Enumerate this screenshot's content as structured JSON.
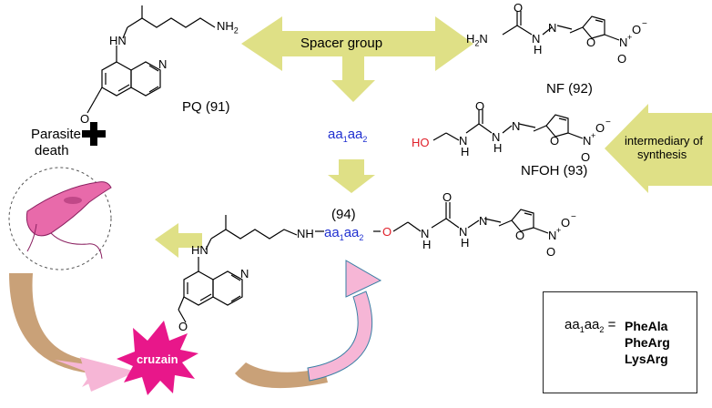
{
  "spacer_label": "Spacer group",
  "aa_label": {
    "prefix": "aa",
    "sub1": "1",
    "mid": "aa",
    "sub2": "2"
  },
  "compounds": {
    "pq": "PQ (91)",
    "nf": "NF (92)",
    "nfoh": "NFOH (93)",
    "hybrid": "(94)"
  },
  "intermediary_label": [
    "intermediary of",
    "synthesis"
  ],
  "parasite_label": [
    "Parasite",
    "death"
  ],
  "cruzain_label": "cruzain",
  "legend": {
    "key": {
      "prefix": "aa",
      "sub1": "1",
      "mid": "aa",
      "sub2": "2",
      "suffix": " ="
    },
    "values": [
      "PheAla",
      "PheArg",
      "LysArg"
    ]
  },
  "atoms": {
    "hn": "HN",
    "nh2": "NH",
    "nh2_sub": "2",
    "n": "N",
    "h2n": "H",
    "h2n_sub": "2",
    "h2n_n": "N",
    "n_h": "N",
    "h": "H",
    "o": "O",
    "o_minus": "O",
    "minus": "−",
    "plus": "+",
    "ho": "HO",
    "h_nfoh": "H",
    "nh_hyb": "N",
    "h_hyb": "H"
  },
  "colors": {
    "arrow_yellow": "#dfe086",
    "arrow_brown": "#c9a178",
    "arrow_pink": "#f6b6d6",
    "arrow_blue_outline": "#3a7fa5",
    "cruzain_magenta": "#e8178a",
    "aa_blue": "#1f2fd0",
    "oxygen_red": "#e0202a"
  }
}
